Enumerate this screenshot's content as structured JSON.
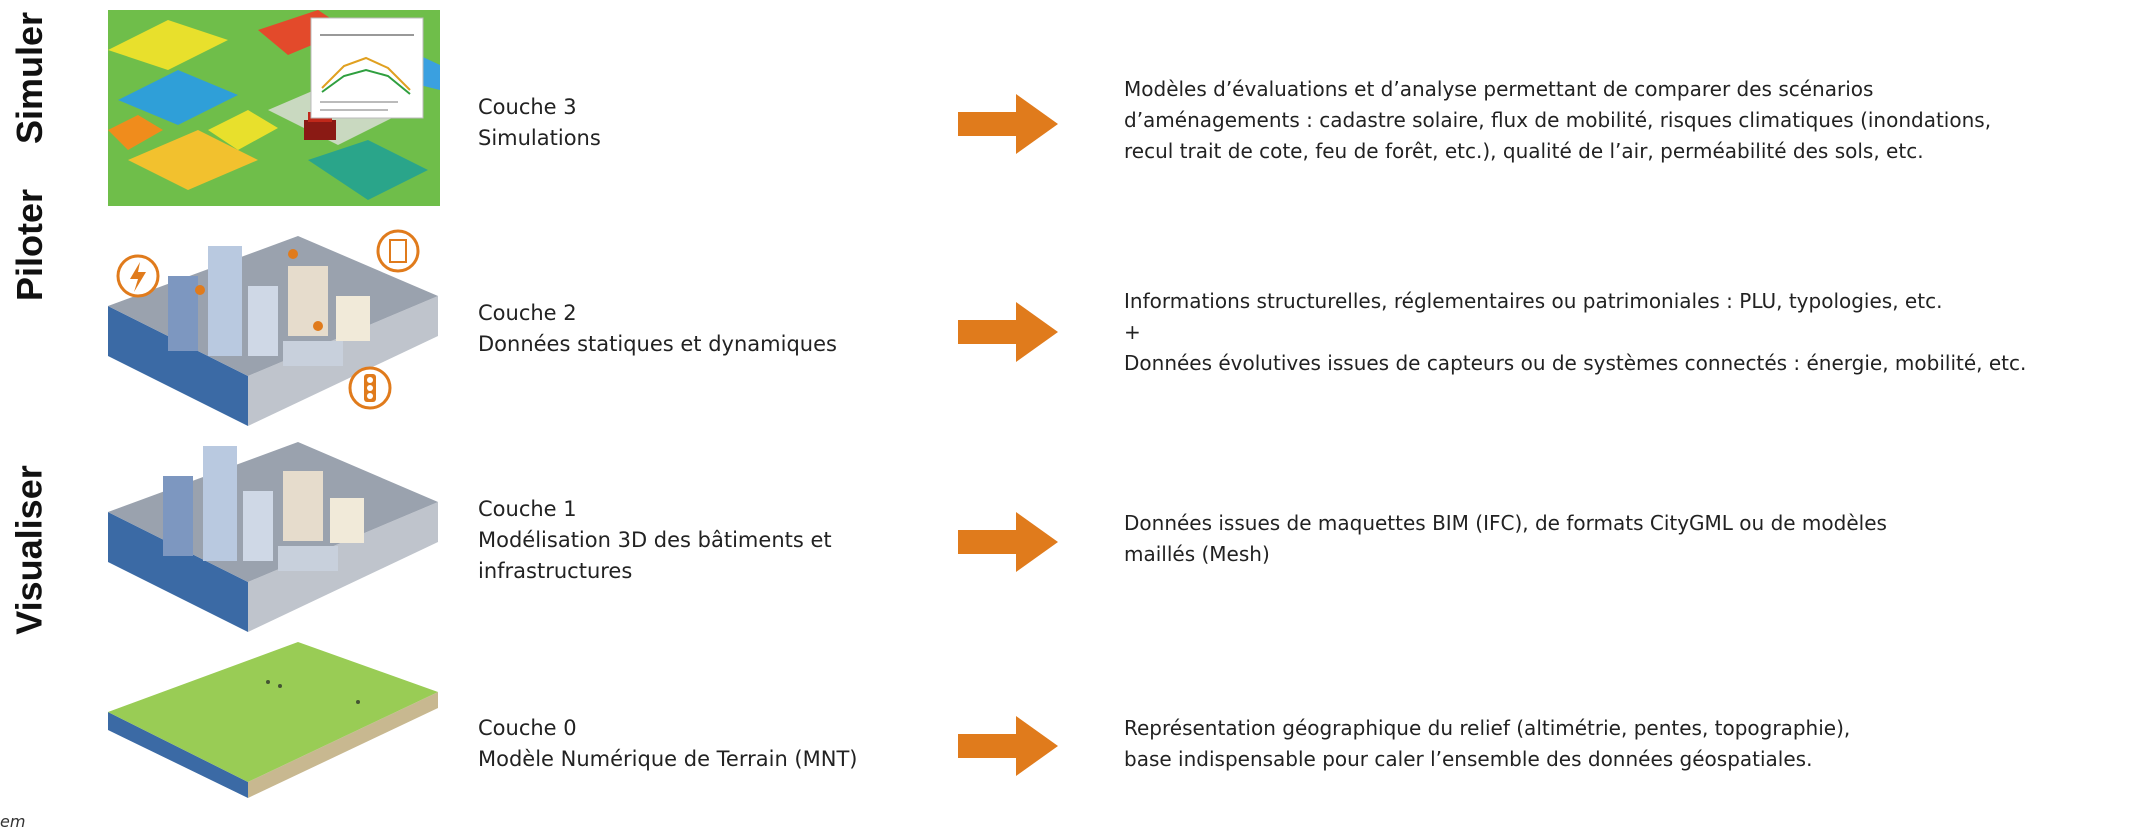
{
  "colors": {
    "arrow": "#e07b1c",
    "water": "#3b6aa5",
    "ground": "#99cc55"
  },
  "categories": {
    "simuler": "Simuler",
    "piloter": "Piloter",
    "visualiser": "Visualiser"
  },
  "layers": [
    {
      "title": "Couche 3",
      "subtitle_lines": [
        "Simulations"
      ],
      "illustration": "heatmap-simulation-image",
      "description_lines": [
        "Modèles d’évaluations et d’analyse permettant de comparer des scénarios",
        "d’aménagements : cadastre solaire, flux de mobilité, risques climatiques (inondations,",
        "recul trait de cote, feu de forêt, etc.), qualité de l’air, perméabilité des sols, etc."
      ]
    },
    {
      "title": "Couche 2",
      "subtitle_lines": [
        "Données statiques et dynamiques"
      ],
      "illustration": "city-with-iot-icons",
      "description_lines": [
        "Informations structurelles, réglementaires ou patrimoniales : PLU, typologies, etc.",
        "+",
        "Données évolutives issues de capteurs ou de systèmes connectés : énergie, mobilité, etc."
      ]
    },
    {
      "title": "Couche 1",
      "subtitle_lines": [
        "Modélisation 3D des bâtiments et",
        "infrastructures"
      ],
      "illustration": "city-3d-model",
      "description_lines": [
        "Données issues de maquettes BIM (IFC), de formats CityGML ou de modèles",
        "maillés (Mesh)"
      ]
    },
    {
      "title": "Couche 0",
      "subtitle_lines": [
        "Modèle Numérique de Terrain (MNT)"
      ],
      "illustration": "terrain-model",
      "description_lines": [
        "Représentation géographique du relief (altimétrie, pentes, topographie),",
        "base indispensable pour caler l’ensemble des données géospatiales."
      ]
    }
  ],
  "credit": "em"
}
